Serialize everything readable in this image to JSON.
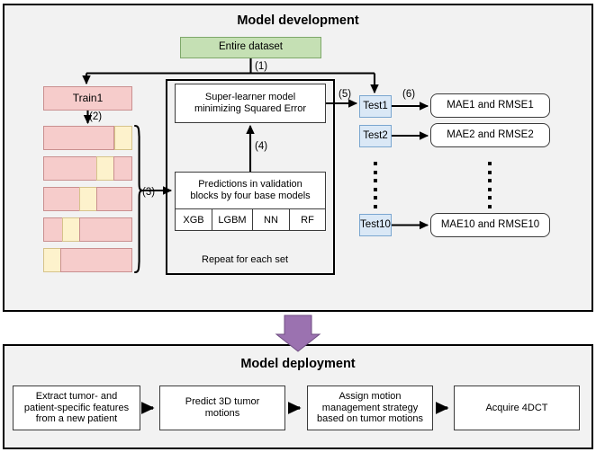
{
  "development": {
    "title": "Model development",
    "entire_dataset": "Entire dataset",
    "train_label": "Train1",
    "steps": {
      "s1": "(1)",
      "s2": "(2)",
      "s3": "(3)",
      "s4": "(4)",
      "s5": "(5)",
      "s6": "(6)"
    },
    "super_learner": "Super-learner model\nminimizing Squared Error",
    "super_learner_line1": "Super-learner model",
    "super_learner_line2": "minimizing Squared Error",
    "predictions_line1": "Predictions in validation",
    "predictions_line2": "blocks by four base models",
    "base_models": [
      "XGB",
      "LGBM",
      "NN",
      "RF"
    ],
    "repeat_note": "Repeat for each set",
    "cv_folds": [
      {
        "validation_start_pct": 80,
        "validation_width_pct": 20
      },
      {
        "validation_start_pct": 60,
        "validation_width_pct": 20
      },
      {
        "validation_start_pct": 40,
        "validation_width_pct": 20
      },
      {
        "validation_start_pct": 20,
        "validation_width_pct": 20
      },
      {
        "validation_start_pct": 0,
        "validation_width_pct": 20
      }
    ],
    "test_boxes": [
      "Test1",
      "Test2",
      "Test10"
    ],
    "metric_boxes": [
      "MAE1 and RMSE1",
      "MAE2 and RMSE2",
      "MAE10 and RMSE10"
    ],
    "ellipsis_dots": 6
  },
  "deployment": {
    "title": "Model deployment",
    "steps": [
      "Extract tumor- and\npatient-specific features\nfrom a new patient",
      "Predict 3D tumor\nmotions",
      "Assign motion\nmanagement strategy\nbased on tumor motions",
      "Acquire 4DCT"
    ],
    "step1_lines": [
      "Extract tumor- and",
      "patient-specific features",
      "from a new patient"
    ],
    "step2_lines": [
      "Predict 3D tumor",
      "motions"
    ],
    "step3_lines": [
      "Assign motion",
      "management strategy",
      "based on tumor motions"
    ],
    "step4_lines": [
      "Acquire 4DCT"
    ]
  },
  "colors": {
    "panel_fill": "#f2f2f2",
    "dataset_green": "#c5e0b4",
    "train_pink": "#f6cccb",
    "validation_yellow": "#fdf2cc",
    "test_blue": "#dae8f6",
    "transition_purple": "#9b72b0",
    "stroke_black": "#000000"
  }
}
